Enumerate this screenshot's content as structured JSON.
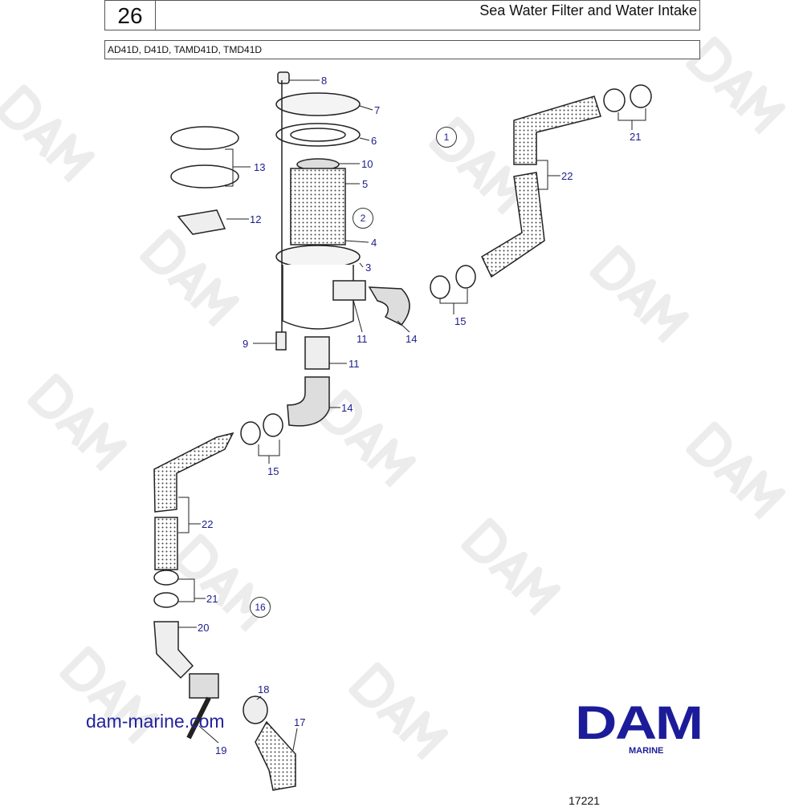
{
  "header": {
    "section_number": "26",
    "title": "Sea Water Filter and Water Intake",
    "models": "AD41D, D41D, TAMD41D, TMD41D"
  },
  "watermark": "DAM",
  "callouts": {
    "p8": "8",
    "p7": "7",
    "p6": "6",
    "p10": "10",
    "p5": "5",
    "p4": "4",
    "p3": "3",
    "p13": "13",
    "p12": "12",
    "p9": "9",
    "p11a": "11",
    "p11b": "11",
    "p14a": "14",
    "p14b": "14",
    "p15a": "15",
    "p15b": "15",
    "p22a": "22",
    "p22b": "22",
    "p21a": "21",
    "p21b": "21",
    "p20": "20",
    "p18": "18",
    "p17": "17",
    "p19": "19"
  },
  "circled": {
    "c1": "1",
    "c2": "2",
    "c16": "16"
  },
  "footer": {
    "website": "dam-marine.com",
    "logo": "DAM",
    "logo_sub": "MARINE",
    "drawing_number": "17221"
  },
  "colors": {
    "label": "#1c1c8a",
    "brand": "#1c1c9a"
  }
}
